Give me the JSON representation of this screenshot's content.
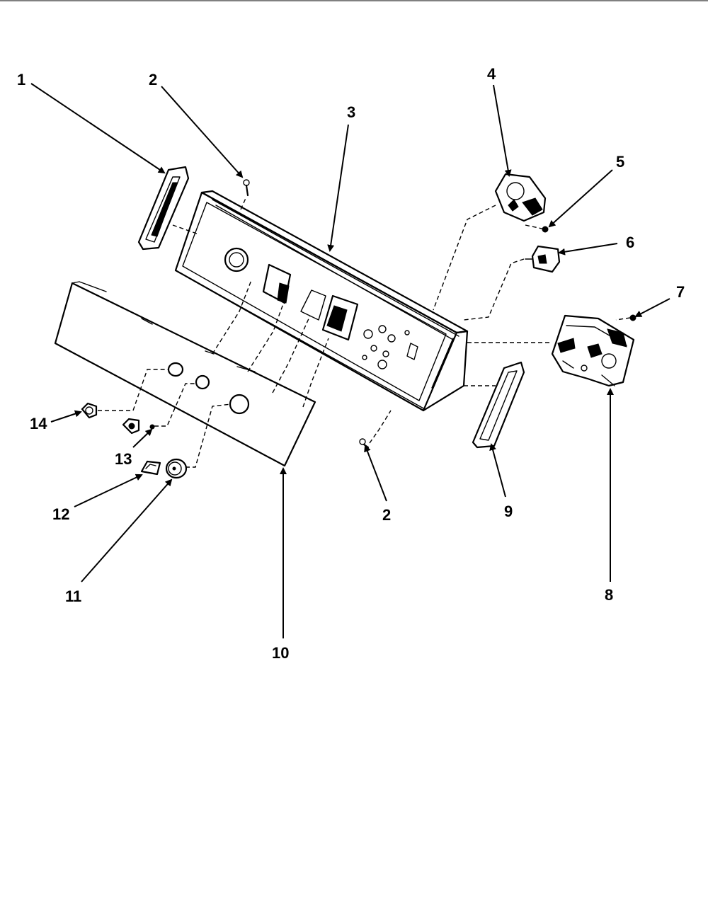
{
  "header": {
    "left": "",
    "right": ""
  },
  "callouts": [
    {
      "id": "1",
      "label": "1"
    },
    {
      "id": "2a",
      "label": "2"
    },
    {
      "id": "3",
      "label": "3"
    },
    {
      "id": "4",
      "label": "4"
    },
    {
      "id": "5",
      "label": "5"
    },
    {
      "id": "6",
      "label": "6"
    },
    {
      "id": "7",
      "label": "7"
    },
    {
      "id": "8",
      "label": "8"
    },
    {
      "id": "9",
      "label": "9"
    },
    {
      "id": "10",
      "label": "10"
    },
    {
      "id": "11",
      "label": "11"
    },
    {
      "id": "12",
      "label": "12"
    },
    {
      "id": "13",
      "label": "13"
    },
    {
      "id": "14",
      "label": "14"
    },
    {
      "id": "2b",
      "label": "2"
    }
  ]
}
